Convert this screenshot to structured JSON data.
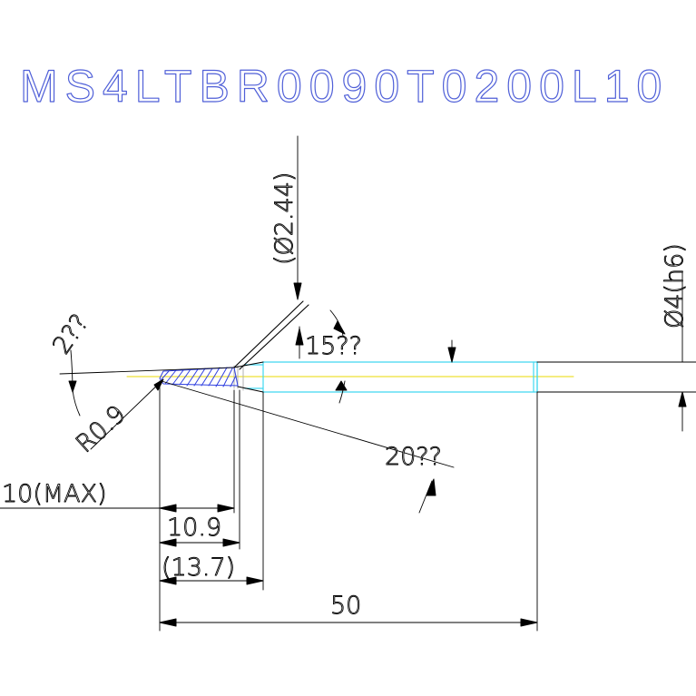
{
  "drawing": {
    "part_number": "MS4LTBR0090T0200L10",
    "dimensions": {
      "tip_angle": "2??",
      "neck_diameter": "(Ø2.44)",
      "shank_diameter": "Ø4(h6)",
      "taper_angle_upper": "15??",
      "radius": "R0.9",
      "taper_angle_lower": "20??",
      "effective_length": "10(MAX)",
      "neck_length": "10.9",
      "taper_end_length": "(13.7)",
      "overall_length": "50"
    },
    "colors": {
      "title": "#5060d8",
      "outline": "#000000",
      "body": "#40d8f0",
      "centerline": "#e8d800",
      "hatch": "#3040e0",
      "neck": "#b0b0b0"
    }
  }
}
